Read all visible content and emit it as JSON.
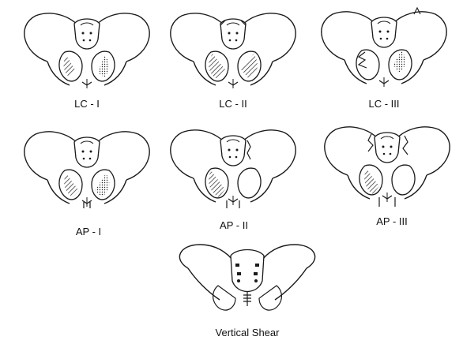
{
  "figure": {
    "captions": {
      "lc1": "LC - I",
      "lc2": "LC - II",
      "lc3": "LC - III",
      "ap1": "AP - I",
      "ap2": "AP - II",
      "ap3": "AP - III",
      "vs": "Vertical Shear"
    },
    "line_color": "#1a1a1a",
    "hatch_color": "#333333"
  }
}
